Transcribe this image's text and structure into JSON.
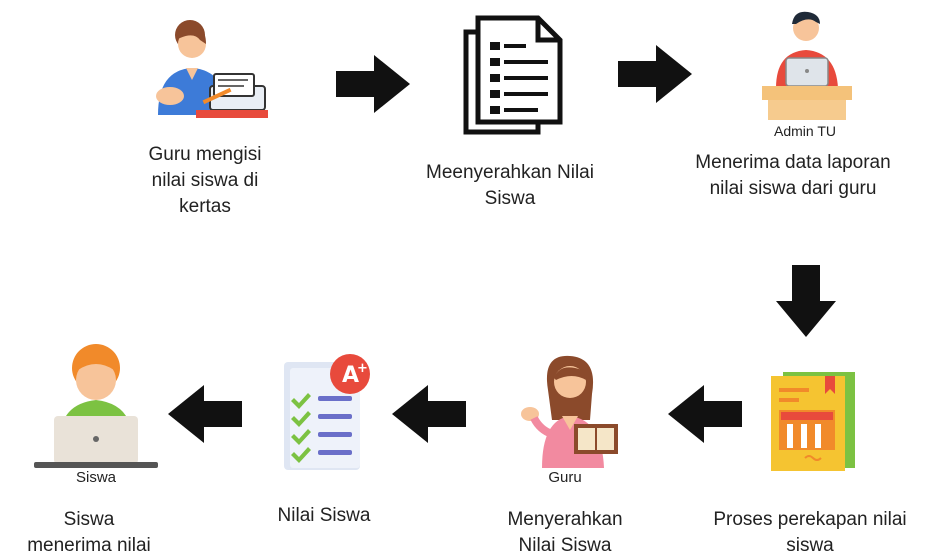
{
  "colors": {
    "arrow": "#111111",
    "skin": "#f7c49a",
    "hair_brown": "#8b4a2b",
    "blue": "#3d7bd8",
    "red": "#e84a3c",
    "orange": "#f18a2a",
    "yellow": "#f5c431",
    "green": "#7cc242",
    "pink": "#f28aa0",
    "table": "#f4c27a"
  },
  "steps": {
    "s1": {
      "caption": "Guru mengisi\nnilai siswa di\nkertas",
      "icon": "teacher-writing-icon"
    },
    "s2": {
      "caption": "Meenyerahkan Nilai\nSiswa",
      "icon": "document-icon"
    },
    "s3": {
      "caption": "Menerima data laporan\nnilai siswa dari guru",
      "tag": "Admin TU",
      "icon": "admin-at-desk-icon"
    },
    "s4": {
      "caption": "Proses perekapan nilai\nsiswa",
      "icon": "report-book-icon"
    },
    "s5": {
      "caption": "Menyerahkan\nNilai Siswa",
      "tag": "Guru",
      "icon": "teacher-holding-book-icon"
    },
    "s6": {
      "caption": "Nilai Siswa",
      "icon": "grade-checklist-icon"
    },
    "s7": {
      "caption": "Siswa\nmenerima nilai",
      "tag": "Siswa",
      "icon": "student-laptop-icon"
    }
  },
  "arrows": [
    {
      "direction": "right"
    },
    {
      "direction": "right"
    },
    {
      "direction": "down"
    },
    {
      "direction": "left"
    },
    {
      "direction": "left"
    },
    {
      "direction": "left"
    }
  ]
}
